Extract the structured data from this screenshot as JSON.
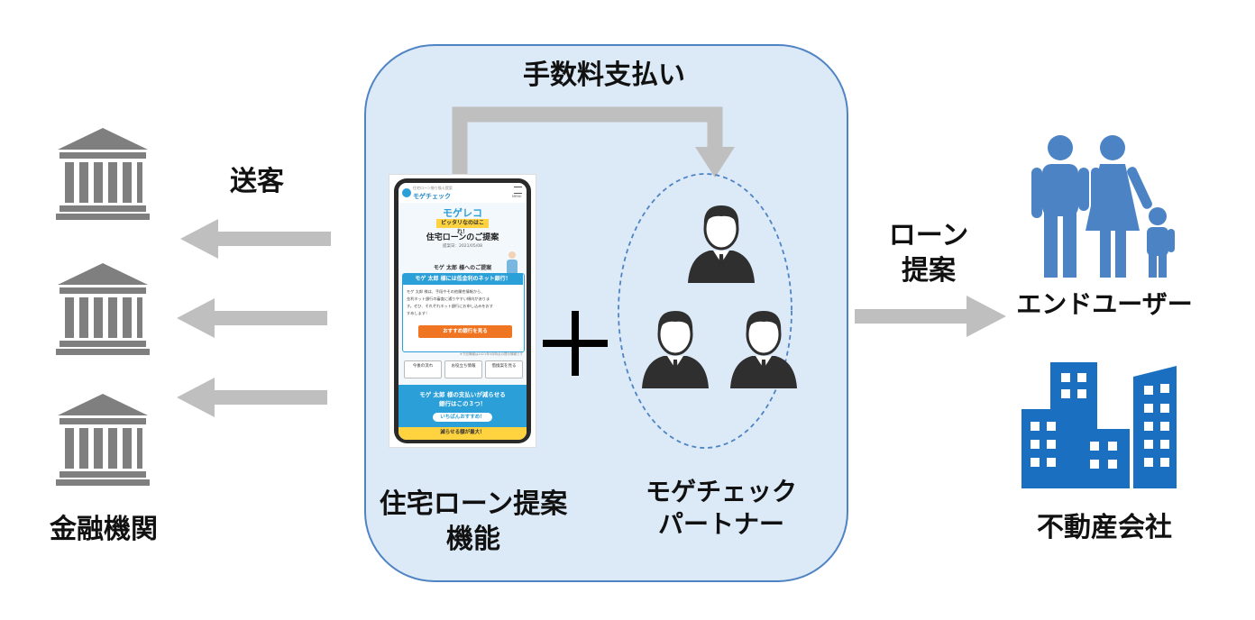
{
  "labels": {
    "fee_payment": "手数料支払い",
    "referral": "送客",
    "financial_institutions": "金融機関",
    "loan_feature_line1": "住宅ローン提案",
    "loan_feature_line2": "機能",
    "partner_line1": "モゲチェック",
    "partner_line2": "パートナー",
    "loan_proposal_line1": "ローン",
    "loan_proposal_line2": "提案",
    "end_user": "エンドユーザー",
    "real_estate": "不動産会社"
  },
  "phone": {
    "brand_small": "住宅ローン借り換え提案",
    "brand": "モゲチェック",
    "menu": "MENU",
    "app_title": "モゲレコ",
    "tag": "ピッタリなのはこれ！",
    "heading": "住宅ローンのご提案",
    "date": "提案日：2021/05/08",
    "greeting": "モゲ 太郎 様へのご提案",
    "banner": "モゲ 太郎 様には低金利のネット銀行！",
    "body_line1": "モゲ 太郎 様は、手段やその他属性情報から、",
    "body_line2": "金利ネット銀行の審査に通りやすい傾向がありま",
    "body_line3": "す。ぜひ、それぞれネット銀行にお申し込みをおす",
    "body_line4": "すめします！",
    "cta": "おすすめ銀行を見る",
    "footnote": "※下記情報は2021年5月時点の提示情報です",
    "btn1": "今後の流れ",
    "btn2": "お役立ち情報",
    "btn3": "借換案を見る",
    "section_line1": "モゲ 太郎 様の支払いが減らせる",
    "section_line2": "銀行はこの３つ！",
    "pill": "いちばんおすすめ！",
    "bottom": "減らせる額が最大！"
  },
  "colors": {
    "panel_bg": "#dce9f6",
    "panel_border": "#4f84c4",
    "arrow_gray": "#bfbfbf",
    "icon_gray": "#7f7f7f",
    "people_blue": "#4c83c4",
    "building_blue": "#1a6fc0",
    "partner_dark": "#2f2f2f",
    "phone_accent": "#2a9fd8",
    "phone_cta": "#f07522",
    "phone_tag": "#ffd23f"
  },
  "icons": [
    "bank-icon",
    "person-icon",
    "family-icon",
    "building-icon",
    "plus-icon"
  ]
}
